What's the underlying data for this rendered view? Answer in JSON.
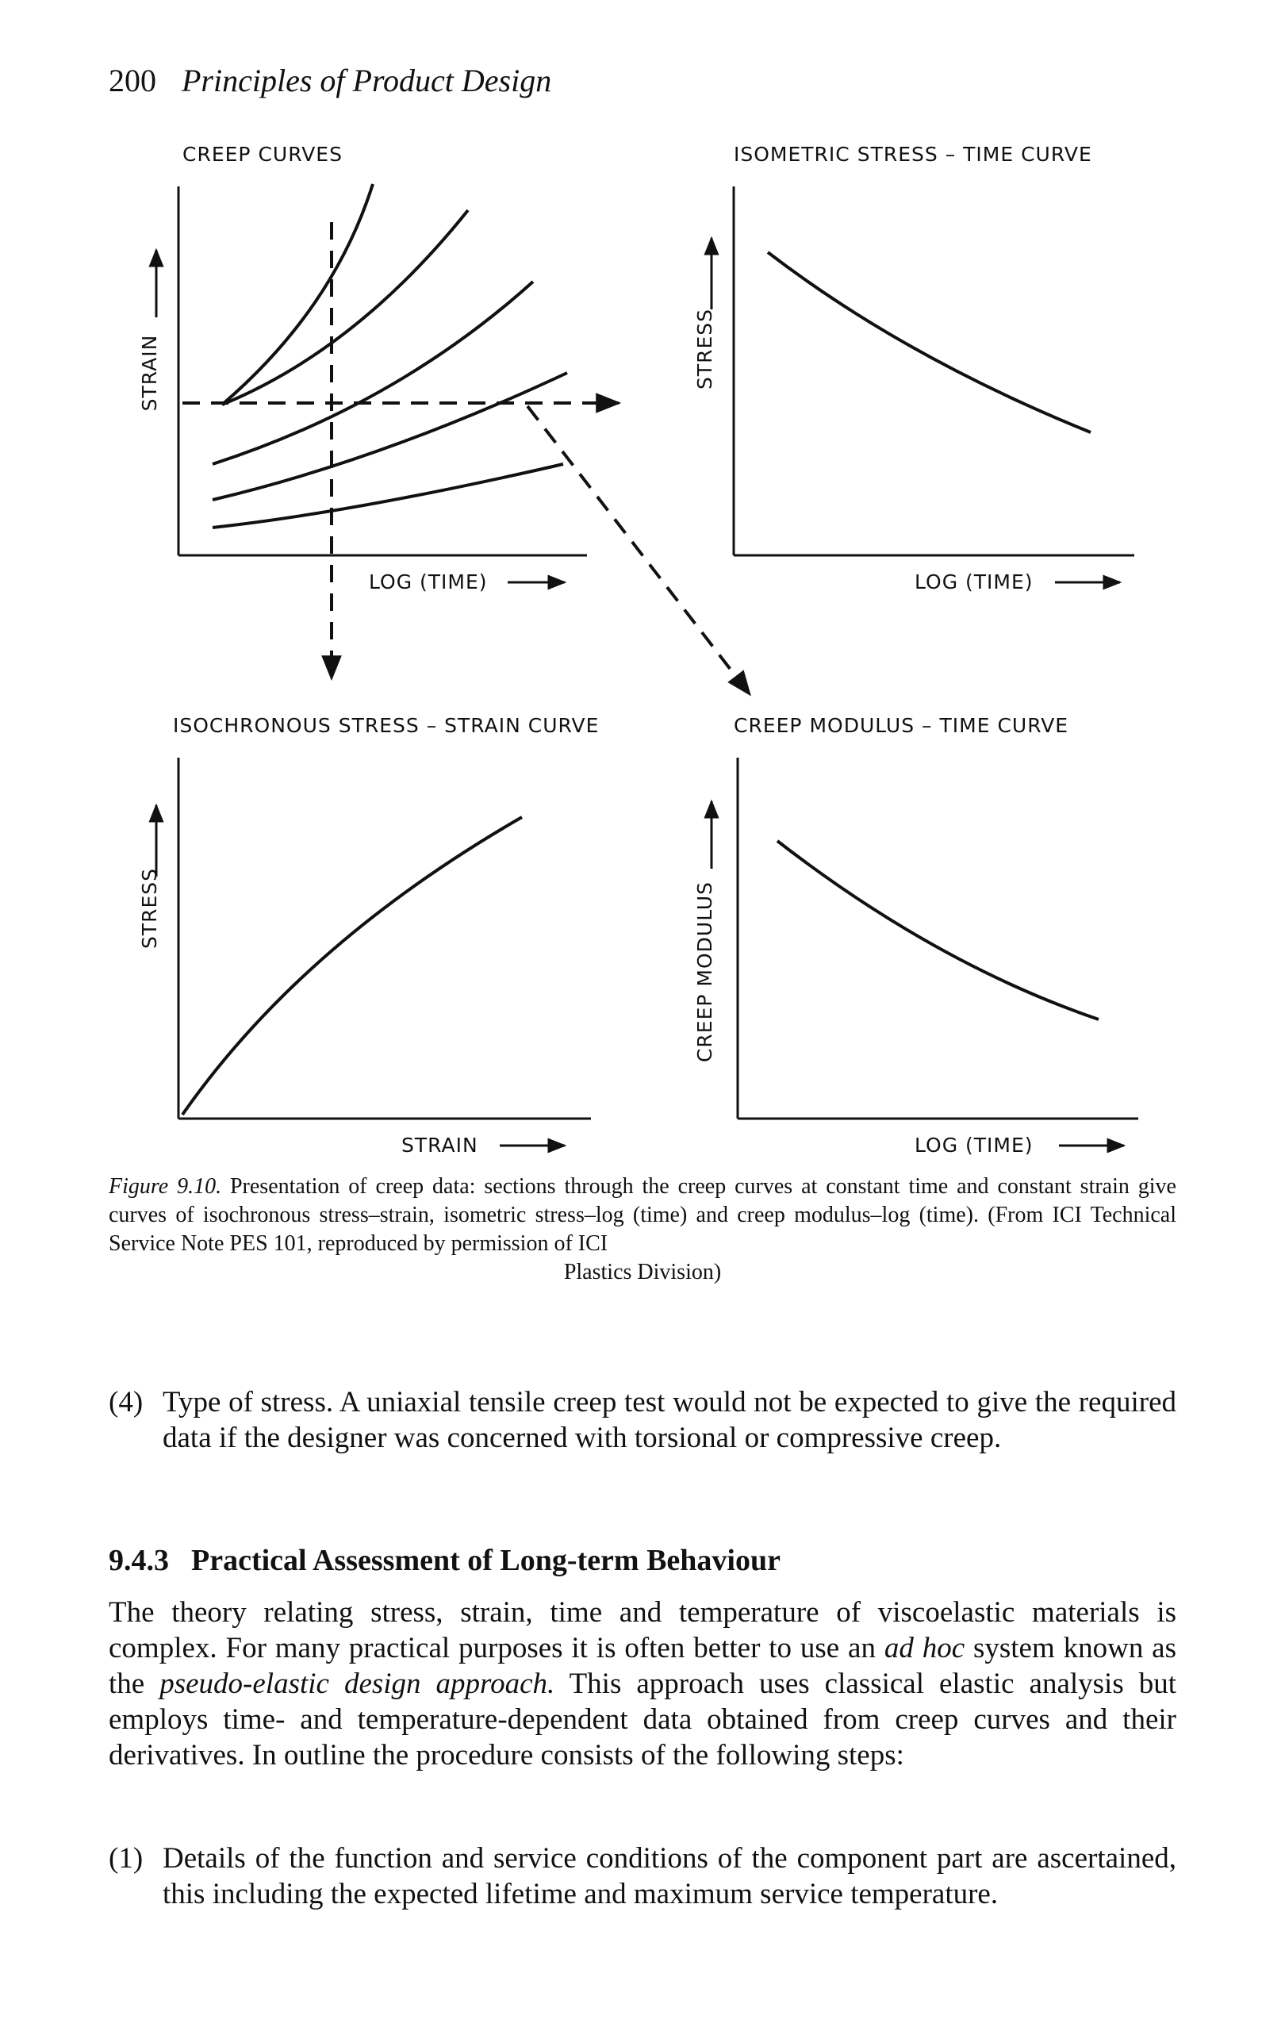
{
  "header": {
    "page_number": "200",
    "running_title": "Principles of Product Design"
  },
  "figure": {
    "panels": [
      {
        "title": "CREEP CURVES",
        "y_label": "STRAIN",
        "x_label": "LOG (TIME)"
      },
      {
        "title": "ISOMETRIC STRESS – TIME CURVE",
        "y_label": "STRESS",
        "x_label": "LOG (TIME)"
      },
      {
        "title": "ISOCHRONOUS STRESS – STRAIN CURVE",
        "y_label": "STRESS",
        "x_label": "STRAIN"
      },
      {
        "title": "CREEP MODULUS – TIME CURVE",
        "y_label": "CREEP MODULUS",
        "x_label": "LOG (TIME)"
      }
    ]
  },
  "caption": {
    "label": "Figure 9.10.",
    "text": " Presentation of creep data: sections through the creep curves at constant time and constant strain give curves of isochronous stress–strain, isometric stress–log (time) and creep modulus–log (time). (From ICI Technical Service Note PES 101, reproduced by permission of ICI",
    "last_line": "Plastics Division)"
  },
  "item4": {
    "number": "(4)",
    "text": "Type of stress. A uniaxial tensile creep test would not be expected to give the required data if the designer was concerned with torsional or compressive creep."
  },
  "section": {
    "number": "9.4.3",
    "title": "Practical Assessment of Long-term Behaviour"
  },
  "paragraph": {
    "part1": "The theory relating stress, strain, time and temperature of viscoelastic materials is complex. For many practical purposes it is often better to use an ",
    "em1": "ad hoc",
    "part2": " system known as the ",
    "em2": "pseudo-elastic design approach.",
    "part3": " This approach uses classical elastic analysis but employs time- and temperature-dependent data obtained from creep curves and their derivatives. In outline the procedure consists of the following steps:"
  },
  "item1": {
    "number": "(1)",
    "text": "Details of the function and service conditions of the component part are ascertained, this including the expected lifetime and maximum service temperature."
  }
}
